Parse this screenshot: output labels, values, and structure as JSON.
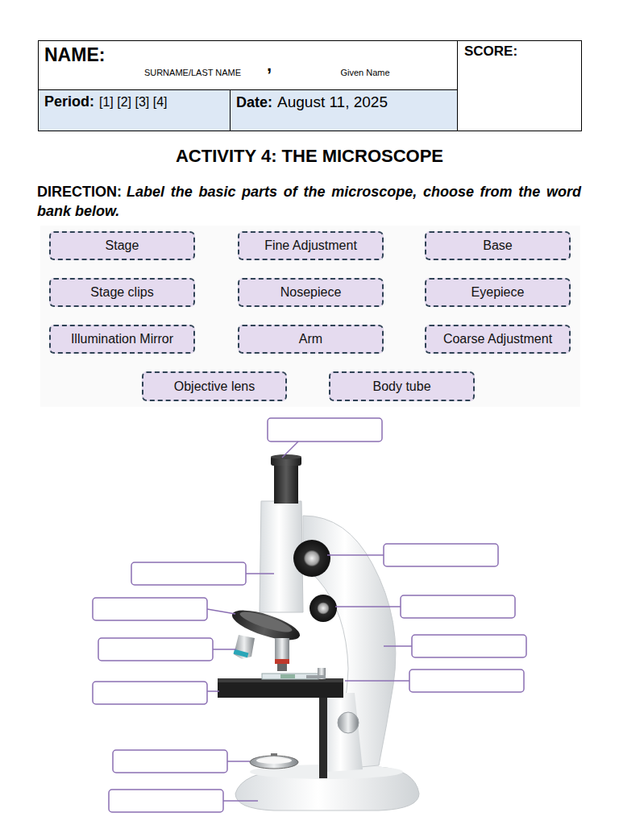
{
  "diagram": {
    "title": "ACTIVITY 4: THE MICROSCOPE",
    "nodes": [
      {
        "text": [
          "NAME:",
          ",",
          "SURNAME/LAST NAME",
          "Given Name"
        ]
      },
      {
        "text": [
          "SCORE:"
        ]
      },
      {
        "text": [
          "Period:",
          "[1] [2] [3] [4]"
        ]
      },
      {
        "text": [
          "Date:",
          "August 11, 2025"
        ]
      },
      {
        "text": [
          "Stage"
        ]
      },
      {
        "text": [
          "Fine Adjustment"
        ]
      },
      {
        "text": [
          "Base"
        ]
      },
      {
        "text": [
          "Stage clips"
        ]
      },
      {
        "text": [
          "Nosepiece"
        ]
      },
      {
        "text": [
          "Eyepiece"
        ]
      },
      {
        "text": [
          "Illumination Mirror"
        ]
      },
      {
        "text": [
          "Arm"
        ]
      },
      {
        "text": [
          "Coarse Adjustment"
        ]
      },
      {
        "text": [
          "Objective lens"
        ]
      },
      {
        "text": [
          "Body tube"
        ]
      }
    ],
    "labels": [
      "DIRECTION:",
      "Label the basic parts of the microscope, choose from the word bank below."
    ]
  }
}
